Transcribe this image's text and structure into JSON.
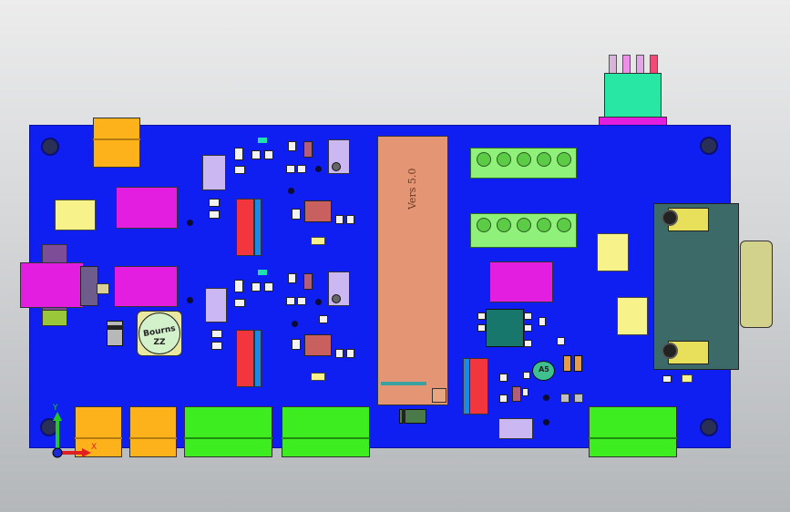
{
  "board": {
    "relay_label": "Vers 5.0",
    "component_label_top": "Bourns",
    "component_label_bottom": "ZZ",
    "ic_label": "A5"
  },
  "axes_triad": {
    "x_label": "X",
    "y_label": "Y"
  },
  "colors": {
    "board": "#0f1ff2",
    "connector_yellow": "#fdb21c",
    "connector_green": "#3ded1f",
    "relay_magenta": "#e31ee0",
    "relay_module": "#e49574",
    "dsub_shell": "#3c6a68"
  },
  "icons": [
    "x-axis-arrow-icon",
    "y-axis-arrow-icon",
    "origin-sphere-icon"
  ]
}
